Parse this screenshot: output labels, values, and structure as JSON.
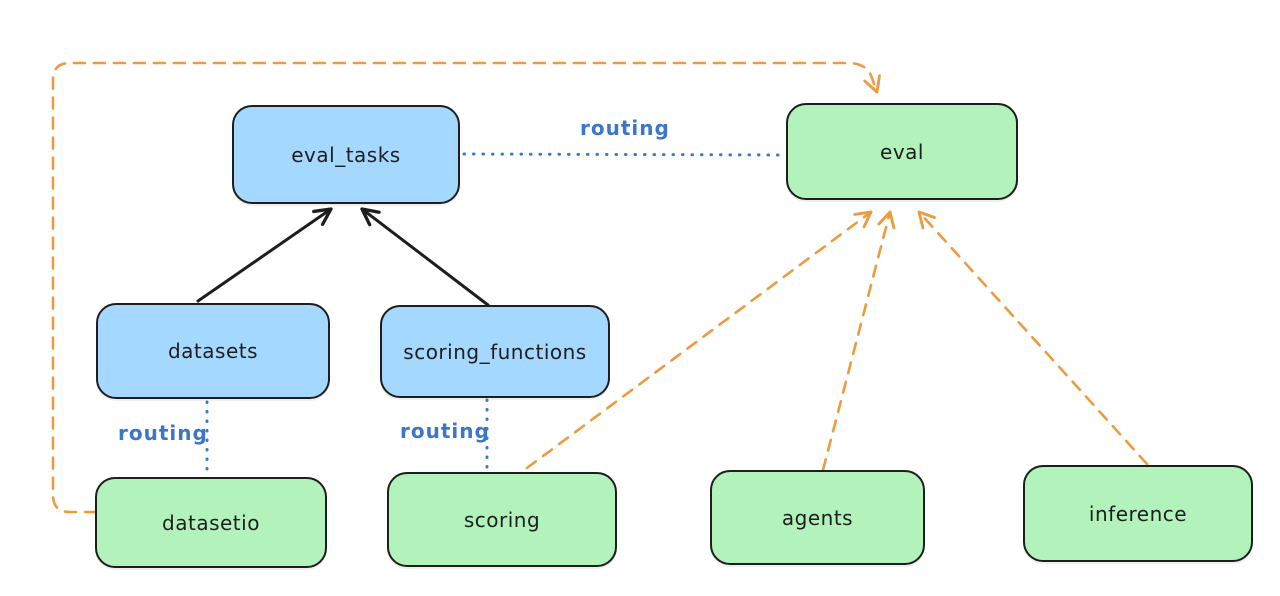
{
  "diagram": {
    "nodes": [
      {
        "id": "eval_tasks",
        "label": "eval_tasks",
        "color": "blue"
      },
      {
        "id": "eval",
        "label": "eval",
        "color": "green"
      },
      {
        "id": "datasets",
        "label": "datasets",
        "color": "blue"
      },
      {
        "id": "scoring_functions",
        "label": "scoring_functions",
        "color": "blue"
      },
      {
        "id": "datasetio",
        "label": "datasetio",
        "color": "green"
      },
      {
        "id": "scoring",
        "label": "scoring",
        "color": "green"
      },
      {
        "id": "agents",
        "label": "agents",
        "color": "green"
      },
      {
        "id": "inference",
        "label": "inference",
        "color": "green"
      }
    ],
    "edges": [
      {
        "from": "datasets",
        "to": "eval_tasks",
        "style": "solid",
        "color": "black",
        "label": ""
      },
      {
        "from": "scoring_functions",
        "to": "eval_tasks",
        "style": "solid",
        "color": "black",
        "label": ""
      },
      {
        "from": "eval_tasks",
        "to": "eval",
        "style": "dotted",
        "color": "blue",
        "label": "routing"
      },
      {
        "from": "datasets",
        "to": "datasetio",
        "style": "dotted",
        "color": "blue",
        "label": "routing"
      },
      {
        "from": "scoring_functions",
        "to": "scoring",
        "style": "dotted",
        "color": "blue",
        "label": "routing"
      },
      {
        "from": "datasetio",
        "to": "eval",
        "style": "dashed",
        "color": "orange",
        "label": ""
      },
      {
        "from": "scoring",
        "to": "eval",
        "style": "dashed",
        "color": "orange",
        "label": ""
      },
      {
        "from": "agents",
        "to": "eval",
        "style": "dashed",
        "color": "orange",
        "label": ""
      },
      {
        "from": "inference",
        "to": "eval",
        "style": "dashed",
        "color": "orange",
        "label": ""
      }
    ],
    "colors": {
      "blue_fill": "#a5d8ff",
      "green_fill": "#b2f2bb",
      "stroke": "#1e1e1e",
      "routing_blue": "#3b76c8",
      "orange": "#ec9b40",
      "background": "#ffffff"
    }
  }
}
